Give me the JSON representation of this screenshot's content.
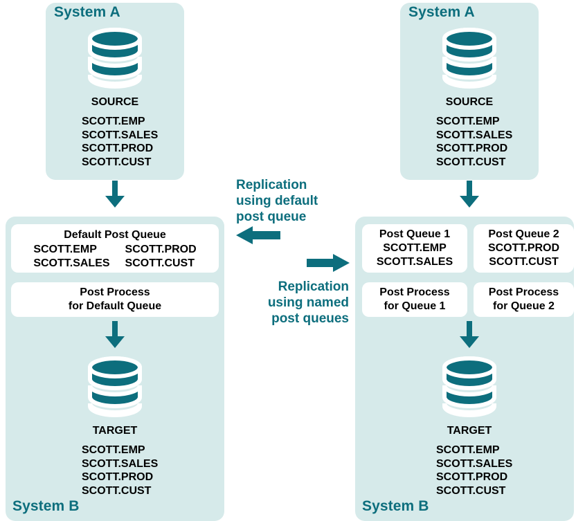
{
  "diagram": {
    "title": "Replication using default post queue versus named post queues",
    "colors": {
      "panel_background": "#d6eaea",
      "teal": "#0d6e7d",
      "box_background": "#ffffff",
      "text": "#000000",
      "page_background": "#ffffff"
    }
  },
  "left_scenario": {
    "caption_lines": [
      "Replication",
      "using default",
      "post queue"
    ],
    "system_a": {
      "label": "System A",
      "db_icon": "database-cylinder-icon",
      "node_title": "SOURCE",
      "tables": [
        "SCOTT.EMP",
        "SCOTT.SALES",
        "SCOTT.PROD",
        "SCOTT.CUST"
      ]
    },
    "system_b": {
      "label": "System B",
      "queue_box": {
        "title": "Default Post Queue",
        "column_left": [
          "SCOTT.EMP",
          "SCOTT.SALES"
        ],
        "column_right": [
          "SCOTT.PROD",
          "SCOTT.CUST"
        ]
      },
      "process_box": {
        "line1": "Post Process",
        "line2": "for Default Queue"
      },
      "db_icon": "database-cylinder-icon",
      "node_title": "TARGET",
      "tables": [
        "SCOTT.EMP",
        "SCOTT.SALES",
        "SCOTT.PROD",
        "SCOTT.CUST"
      ]
    }
  },
  "right_scenario": {
    "caption_lines": [
      "Replication",
      "using named",
      "post queues"
    ],
    "system_a": {
      "label": "System A",
      "db_icon": "database-cylinder-icon",
      "node_title": "SOURCE",
      "tables": [
        "SCOTT.EMP",
        "SCOTT.SALES",
        "SCOTT.PROD",
        "SCOTT.CUST"
      ]
    },
    "system_b": {
      "label": "System B",
      "queue_box_1": {
        "title": "Post Queue 1",
        "tables": [
          "SCOTT.EMP",
          "SCOTT.SALES"
        ]
      },
      "queue_box_2": {
        "title": "Post Queue 2",
        "tables": [
          "SCOTT.PROD",
          "SCOTT.CUST"
        ]
      },
      "process_box_1": {
        "line1": "Post Process",
        "line2": "for Queue 1"
      },
      "process_box_2": {
        "line1": "Post Process",
        "line2": "for Queue 2"
      },
      "db_icon": "database-cylinder-icon",
      "node_title": "TARGET",
      "tables": [
        "SCOTT.EMP",
        "SCOTT.SALES",
        "SCOTT.PROD",
        "SCOTT.CUST"
      ]
    }
  },
  "arrows": {
    "left_source_to_queue": "arrow-down-icon",
    "left_process_to_target": "arrow-down-icon",
    "right_source_to_queues": "arrow-down-icon",
    "right_process_to_target": "arrow-down-icon",
    "left_flow": "arrow-left-icon",
    "right_flow": "arrow-right-icon"
  }
}
